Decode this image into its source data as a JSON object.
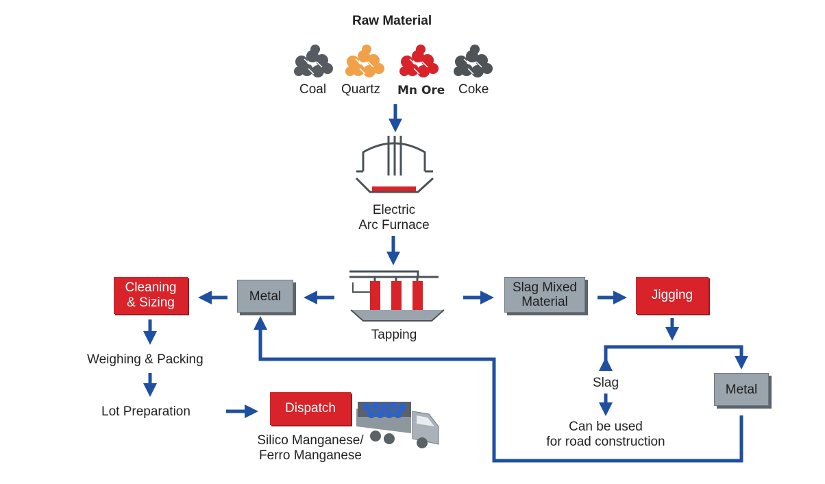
{
  "title": "Raw Material",
  "raw_materials": [
    {
      "label": "Coal",
      "color": "#555b60"
    },
    {
      "label": "Quartz",
      "color": "#f0a24a"
    },
    {
      "label": "Mn Ore",
      "color": "#d8232a"
    },
    {
      "label": "Coke",
      "color": "#4e5357"
    }
  ],
  "furnace_label_1": "Electric",
  "furnace_label_2": "Arc Furnace",
  "tapping_label": "Tapping",
  "metal_left_label": "Metal",
  "cleaning_line_1": "Cleaning",
  "cleaning_line_2": "& Sizing",
  "weighing_label": "Weighing & Packing",
  "lot_label": "Lot Preparation",
  "dispatch_label": "Dispatch",
  "product_line_1": "Silico Manganese/",
  "product_line_2": "Ferro Manganese",
  "slag_mixed_line_1": "Slag Mixed",
  "slag_mixed_line_2": "Material",
  "jigging_label": "Jigging",
  "slag_label": "Slag",
  "road_line_1": "Can be used",
  "road_line_2": "for road construction",
  "metal_right_label": "Metal",
  "colors": {
    "arrow": "#1f4fa0",
    "red": "#d8232a",
    "grey_box": "#9aa4ad",
    "dark": "#3c4348"
  }
}
